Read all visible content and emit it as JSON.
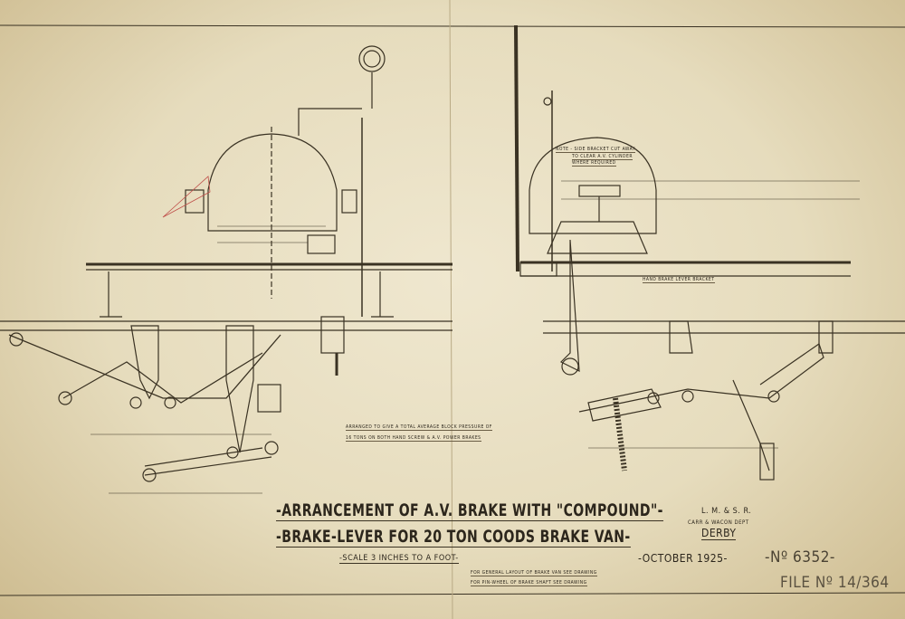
{
  "title_line_1": "-ARRANCEMENT OF A.V. BRAKE WITH \"COMPOUND\"-",
  "title_line_2": "-BRAKE-LEVER FOR 20 TON COODS BRAKE VAN-",
  "company": "L. M. & S. R.",
  "department": "CARR & WACON DEPT",
  "location": "DERBY",
  "scale": "-SCALE 3 INCHES TO A FOOT-",
  "date": "-OCTOBER 1925-",
  "drawing_number": "-Nº 6352-",
  "file_number": "FILE Nº 14/364",
  "note_general": "FOR GENERAL LAYOUT OF BRAKE VAN SEE DRAWING",
  "note_pinwheel": "FOR PIN-WHEEL OF BRAKE SHAFT SEE DRAWING",
  "note_pressure_1": "ARRANGED TO GIVE A TOTAL AVERAGE BLOCK PRESSURE OF",
  "note_pressure_2": "16 TONS ON BOTH HAND SCREW & A.V. POWER BRAKES",
  "note_side_bracket_1": "NOTE - SIDE BRACKET CUT AWAY",
  "note_side_bracket_2": "TO CLEAR A.V. CYLINDER",
  "note_side_bracket_3": "WHERE REQUIRED",
  "note_hand_bracket": "HAND BRAKE LEVER BRACKET",
  "colors": {
    "paper": "#e6dcbd",
    "ink": "#2c261c",
    "red_ink": "#c0504a"
  }
}
